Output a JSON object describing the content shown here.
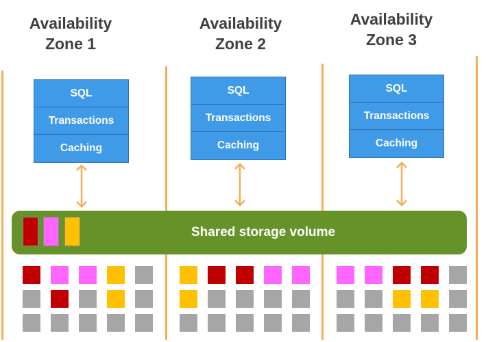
{
  "colors": {
    "divider": "#f5ad55",
    "stack_fill": "#3f9ae8",
    "storage_fill": "#66922a",
    "red": "#c00000",
    "pink": "#ff66ff",
    "yellow": "#ffc000",
    "gray": "#a6a6a6"
  },
  "zones": [
    {
      "title": "Availability\nZone 1",
      "layers": [
        "SQL",
        "Transactions",
        "Caching"
      ]
    },
    {
      "title": "Availability\nZone 2",
      "layers": [
        "SQL",
        "Transactions",
        "Caching"
      ]
    },
    {
      "title": "Availability\nZone 3",
      "layers": [
        "SQL",
        "Transactions",
        "Caching"
      ]
    }
  ],
  "storage": {
    "label": "Shared storage volume",
    "legend": [
      "red",
      "pink",
      "yellow"
    ]
  },
  "blocks": [
    {
      "rows": [
        [
          "red",
          "pink",
          "pink",
          "yellow",
          "gray"
        ],
        [
          "gray",
          "red",
          "gray",
          "yellow",
          "gray"
        ],
        [
          "gray",
          "gray",
          "gray",
          "gray",
          "gray"
        ]
      ]
    },
    {
      "rows": [
        [
          "yellow",
          "red",
          "red",
          "pink",
          "pink"
        ],
        [
          "yellow",
          "gray",
          "gray",
          "gray",
          "gray"
        ],
        [
          "gray",
          "gray",
          "gray",
          "gray",
          "gray"
        ]
      ]
    },
    {
      "rows": [
        [
          "pink",
          "pink",
          "red",
          "red",
          "gray"
        ],
        [
          "gray",
          "gray",
          "yellow",
          "yellow",
          "gray"
        ],
        [
          "gray",
          "gray",
          "gray",
          "gray",
          "gray"
        ]
      ]
    }
  ]
}
